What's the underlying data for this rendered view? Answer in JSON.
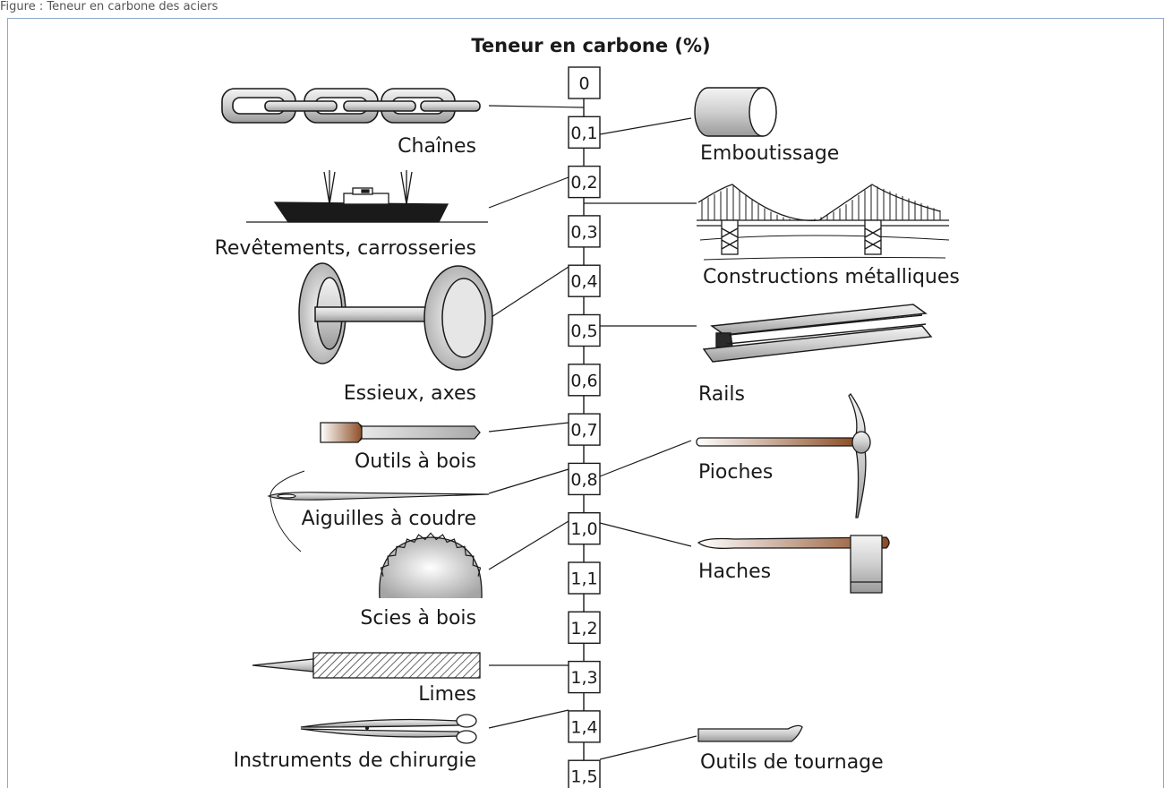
{
  "caption": "Figure : Teneur en carbone des aciers",
  "title": "Teneur en carbone (%)",
  "scale": [
    "0",
    "0,1",
    "0,2",
    "0,3",
    "0,4",
    "0,5",
    "0,6",
    "0,7",
    "0,8",
    "1,0",
    "1,1",
    "1,2",
    "1,3",
    "1,4",
    "1,5"
  ],
  "left_labels": {
    "chaines": "Chaînes",
    "revetements": "Revêtements, carrosseries",
    "essieux": "Essieux, axes",
    "outils_bois": "Outils à bois",
    "aiguilles": "Aiguilles à coudre",
    "scies": "Scies à bois",
    "limes": "Limes",
    "chirurgie": "Instruments de chirurgie"
  },
  "right_labels": {
    "emboutissage": "Emboutissage",
    "constructions": "Constructions métalliques",
    "rails": "Rails",
    "pioches": "Pioches",
    "haches": "Haches",
    "tournage": "Outils de tournage"
  },
  "colors": {
    "frame": "#8ca9cc",
    "handle": "#8b4a22",
    "metal": "#d4d4d4",
    "ink": "#1a1a1a"
  },
  "icons": [
    "chain-icon",
    "ship-icon",
    "axle-icon",
    "chisel-icon",
    "needle-icon",
    "saw-icon",
    "file-icon",
    "scissors-icon",
    "cylinder-icon",
    "bridge-icon",
    "rail-icon",
    "pickaxe-icon",
    "axe-icon",
    "lathe-tool-icon"
  ]
}
